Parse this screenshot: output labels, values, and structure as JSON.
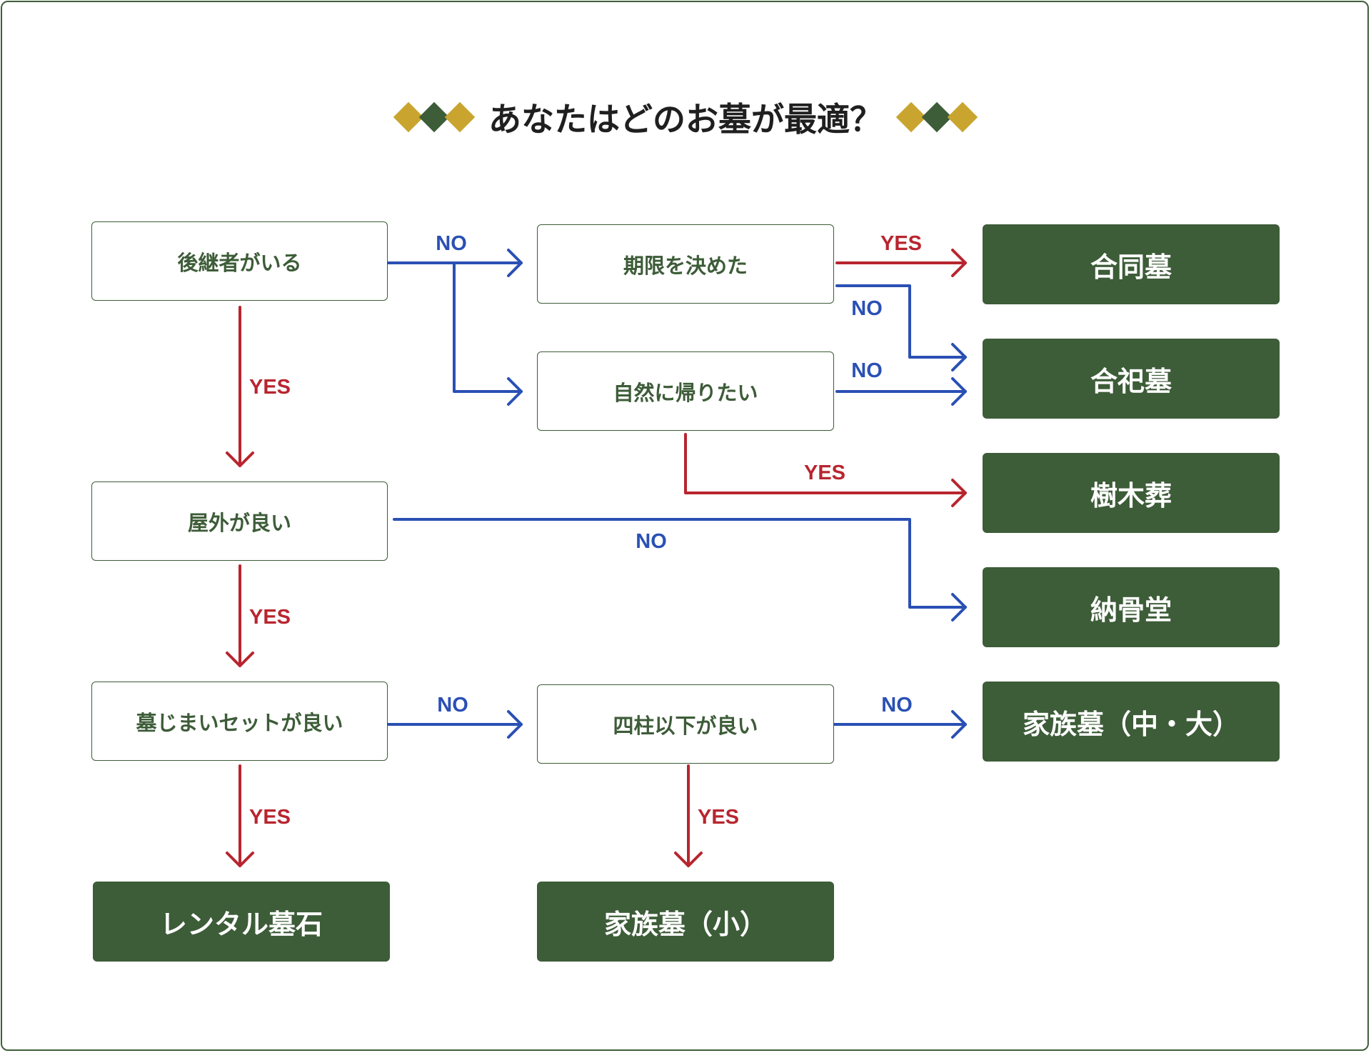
{
  "title": "あなたはどのお墓が最適？",
  "colors": {
    "frame": "#3f5f3a",
    "result_fill": "#3d5c38",
    "question_text": "#3d5c38",
    "yes": "#b8252f",
    "no": "#2a50b4",
    "diamond_gold": "#c9a530",
    "diamond_green": "#3d5c38"
  },
  "questions": {
    "heir": "後継者がいる",
    "deadline": "期限を決めた",
    "nature": "自然に帰りたい",
    "outdoor": "屋外が良い",
    "closing_set": "墓じまいセットが良い",
    "four_or_less": "四柱以下が良い"
  },
  "results": {
    "joint": "合同墓",
    "enshrined": "合祀墓",
    "tree": "樹木葬",
    "ossuary": "納骨堂",
    "family_mid_large": "家族墓（中・大）",
    "rental": "レンタル墓石",
    "family_small": "家族墓（小）"
  },
  "labels": {
    "yes": "YES",
    "no": "NO"
  }
}
